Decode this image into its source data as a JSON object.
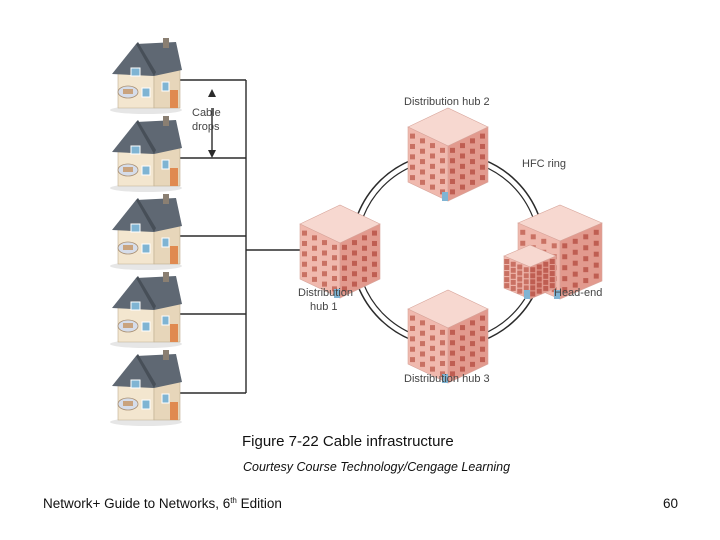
{
  "diagram": {
    "labels": {
      "cable_drops_line1": "Cable",
      "cable_drops_line2": "drops",
      "hub2": "Distribution hub 2",
      "hfc_ring": "HFC ring",
      "hub1_line1": "Distribution",
      "hub1_line2": "hub 1",
      "head_end": "Head-end",
      "hub3": "Distribution hub 3"
    },
    "house_count": 5,
    "colors": {
      "roof": "#5f6873",
      "wall": "#f3e6cf",
      "building_front": "#f0b9ae",
      "building_top": "#f7d8d0",
      "building_side": "#e29a8e",
      "window": "#c97163",
      "line": "#2b2b2b"
    }
  },
  "caption": {
    "figure": "Figure 7-22 Cable infrastructure",
    "credit": "Courtesy Course Technology/Cengage Learning"
  },
  "footer": {
    "book_prefix": "Network+ Guide to Networks, 6",
    "edition_sup": "th",
    "book_suffix": " Edition",
    "page_number": "60"
  }
}
